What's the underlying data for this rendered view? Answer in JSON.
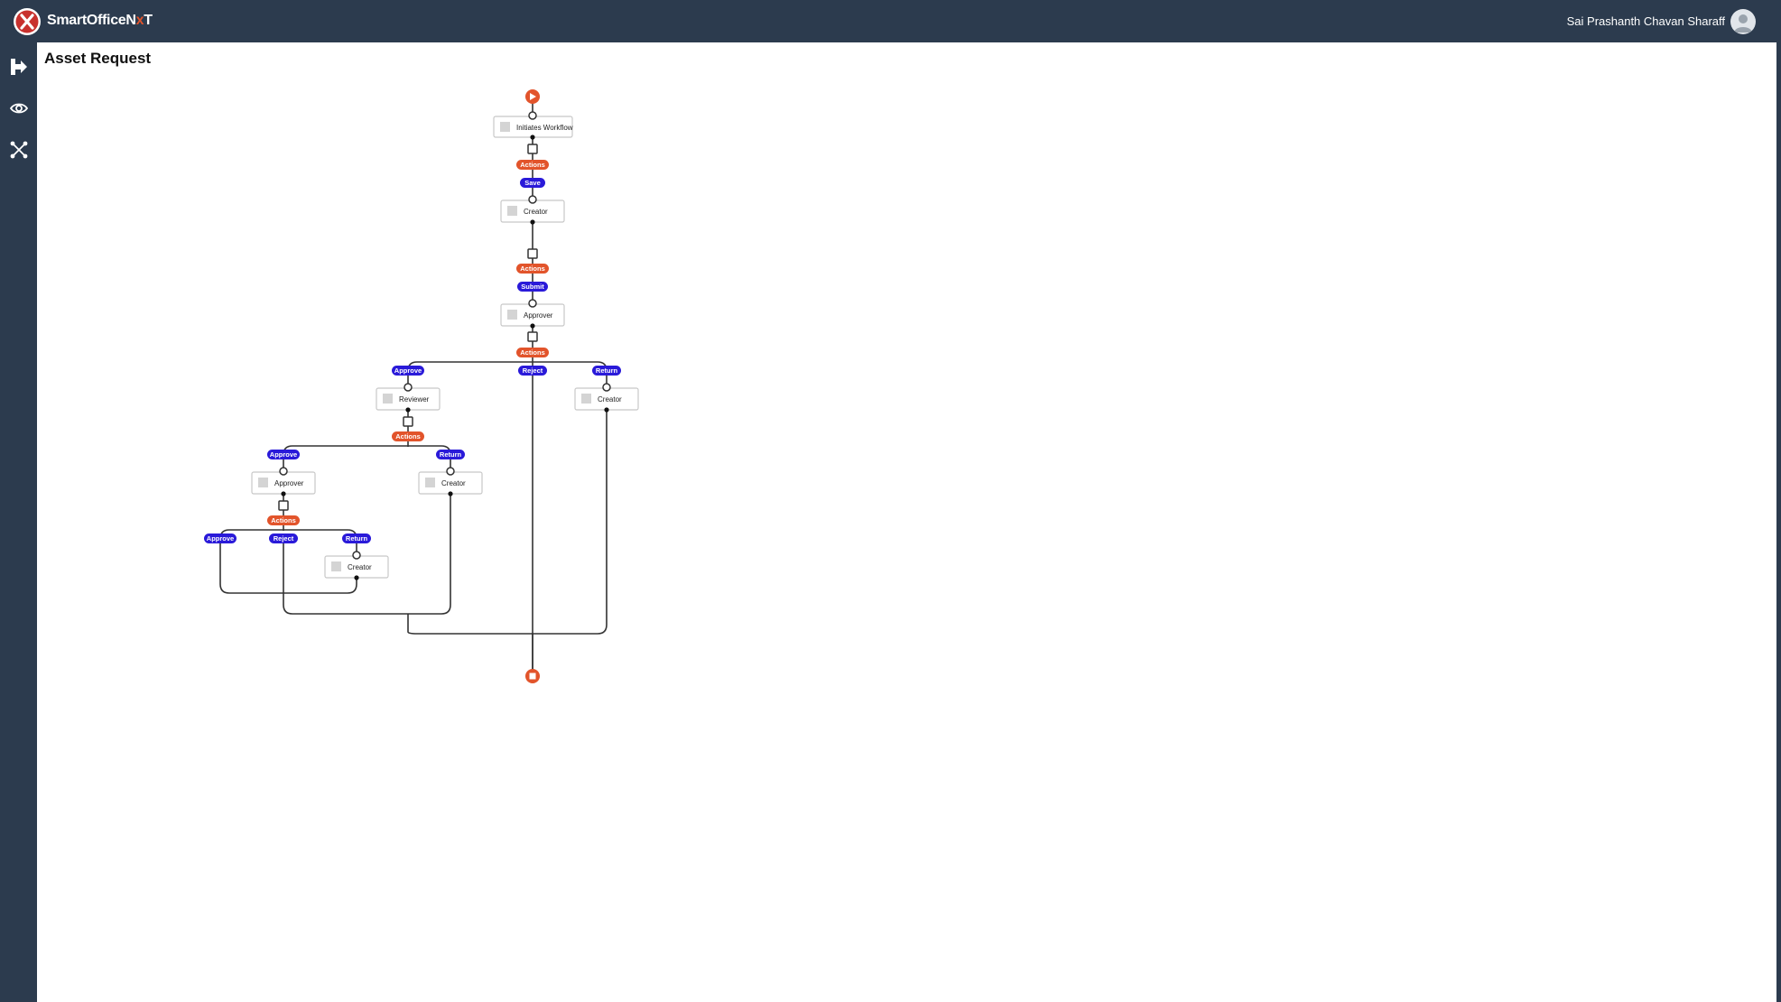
{
  "app": {
    "brand_pre": "SmartOfficeN",
    "brand_x": "x",
    "brand_post": "T",
    "user_name": "Sai Prashanth Chavan Sharaff"
  },
  "page": {
    "title": "Asset Request"
  },
  "sidebar": {
    "items": [
      {
        "icon": "exit-icon"
      },
      {
        "icon": "eye-icon"
      },
      {
        "icon": "workflow-icon"
      }
    ]
  },
  "colors": {
    "topbar": "#2c3b4e",
    "actions_pill": "#e2542b",
    "decision_pill": "#2a1ad9",
    "start_end": "#e2542b"
  },
  "workflow": {
    "nodes": {
      "initiates": "Initiates Workflow",
      "creator1": "Creator",
      "approver1": "Approver",
      "reviewer": "Reviewer",
      "creator_return1": "Creator",
      "approver2": "Approver",
      "creator_return2": "Creator",
      "creator_return3": "Creator"
    },
    "pills": {
      "actions1": "Actions",
      "save": "Save",
      "actions2": "Actions",
      "submit": "Submit",
      "actions3": "Actions",
      "approve1": "Approve",
      "reject1": "Reject",
      "return1": "Return",
      "actions4": "Actions",
      "approve2": "Approve",
      "return2": "Return",
      "actions5": "Actions",
      "approve3": "Approve",
      "reject3": "Reject",
      "return3": "Return"
    }
  }
}
